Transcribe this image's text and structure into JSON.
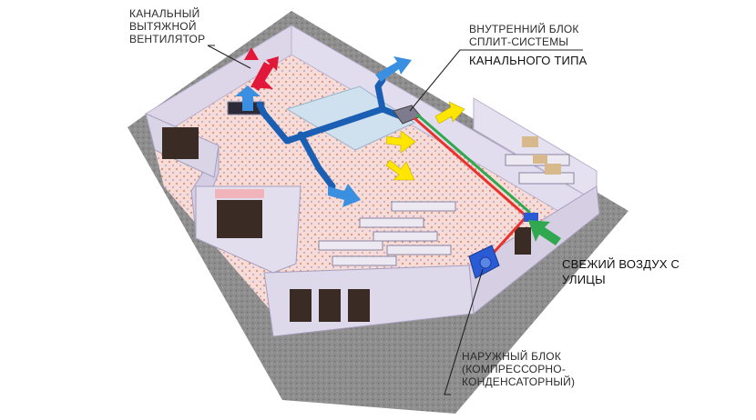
{
  "labels": {
    "exhaust_fan": [
      "КАНАЛЬНЫЙ",
      "ВЫТЯЖНОЙ",
      "ВЕНТИЛЯТОР"
    ],
    "indoor_unit": [
      "ВНУТРЕННИЙ БЛОК",
      "СПЛИТ-СИСТЕМЫ",
      "КАНАЛЬНОГО ТИПА"
    ],
    "fresh_air": [
      "СВЕЖИЙ ВОЗДУХ С",
      "УЛИЦЫ"
    ],
    "outdoor_unit": [
      "НАРУЖНЫЙ БЛОК",
      "(КОМПРЕССОРНО-",
      "КОНДЕНСАТОРНЫЙ)"
    ]
  },
  "colors": {
    "supply_duct": "#1a5fb4",
    "exhaust_arrow": "#e2183a",
    "return_arrow": "#ffe600",
    "fresh_air_arrow": "#2fa84f",
    "intake_arrow": "#3a8fe0",
    "floor": "#f3d6d0",
    "wall": "#d9d3e6",
    "base": "#8d8d8d"
  }
}
